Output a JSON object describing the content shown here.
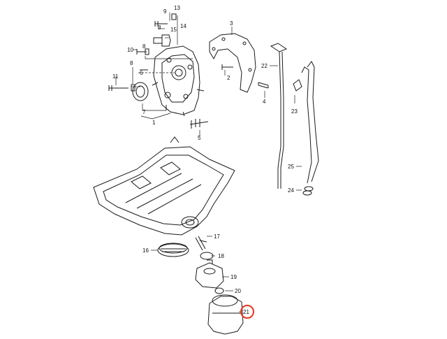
{
  "colors": {
    "line": "#1a1a1a",
    "highlight": "#e23a1f",
    "background": "#ffffff"
  },
  "highlighted_callout": "21",
  "callouts": [
    {
      "id": "c9",
      "label": "9"
    },
    {
      "id": "c13",
      "label": "13"
    },
    {
      "id": "c14",
      "label": "14"
    },
    {
      "id": "c15",
      "label": "15"
    },
    {
      "id": "c10",
      "label": "10"
    },
    {
      "id": "c11",
      "label": "11"
    },
    {
      "id": "c8a",
      "label": "8"
    },
    {
      "id": "c8b",
      "label": "8"
    },
    {
      "id": "c8c",
      "label": "8"
    },
    {
      "id": "c7",
      "label": "7"
    },
    {
      "id": "c1",
      "label": "1"
    },
    {
      "id": "c6",
      "label": "6"
    },
    {
      "id": "c5",
      "label": "5"
    },
    {
      "id": "c3",
      "label": "3"
    },
    {
      "id": "c2",
      "label": "2"
    },
    {
      "id": "c4",
      "label": "4"
    },
    {
      "id": "c22",
      "label": "22"
    },
    {
      "id": "c23",
      "label": "23"
    },
    {
      "id": "c25",
      "label": "25"
    },
    {
      "id": "c24",
      "label": "24"
    },
    {
      "id": "c17",
      "label": "17"
    },
    {
      "id": "c16",
      "label": "16"
    },
    {
      "id": "c18",
      "label": "18"
    },
    {
      "id": "c19",
      "label": "19"
    },
    {
      "id": "c20",
      "label": "20"
    },
    {
      "id": "c21",
      "label": "21"
    }
  ]
}
